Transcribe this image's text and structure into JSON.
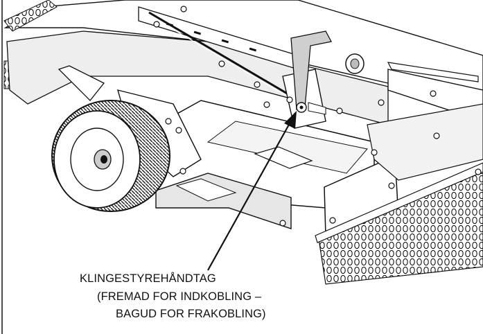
{
  "callout": {
    "line1": "KLINGESTYREHÅNDTAG",
    "line2": "(FREMAD FOR INDKOBLING –",
    "line3": "BAGUD FOR FRAKOBLING)"
  },
  "colors": {
    "ink": "#111111",
    "paper": "#ffffff",
    "shade": "#d9d9d9",
    "dark": "#555555"
  }
}
